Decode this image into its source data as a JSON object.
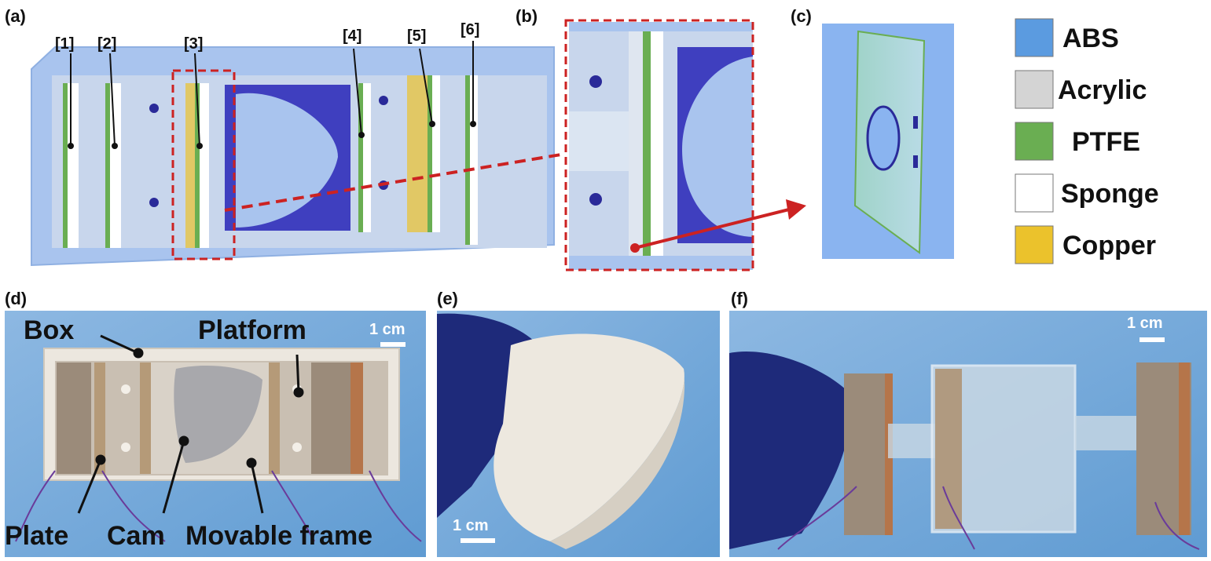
{
  "panels": {
    "a": "(a)",
    "b": "(b)",
    "c": "(c)",
    "d": "(d)",
    "e": "(e)",
    "f": "(f)"
  },
  "part_numbers": [
    "[1]",
    "[2]",
    "[3]",
    "[4]",
    "[5]",
    "[6]"
  ],
  "legend": [
    {
      "label": "ABS",
      "color": "#5b9be0"
    },
    {
      "label": "Acrylic",
      "color": "#d4d4d4"
    },
    {
      "label": "PTFE",
      "color": "#6aae52"
    },
    {
      "label": "Sponge",
      "color": "#ffffff"
    },
    {
      "label": "Copper",
      "color": "#ebc22c"
    }
  ],
  "photo_d_labels": {
    "box": "Box",
    "platform": "Platform",
    "plate": "Plate",
    "cam": "Cam",
    "movable_frame": "Movable frame"
  },
  "scale_bars": {
    "d": "1 cm",
    "e": "1 cm",
    "f": "1 cm"
  },
  "colors": {
    "highlight_red": "#cc2222",
    "photo_blue": "#6aa6d6",
    "model_blue": "#a9c4ee"
  }
}
